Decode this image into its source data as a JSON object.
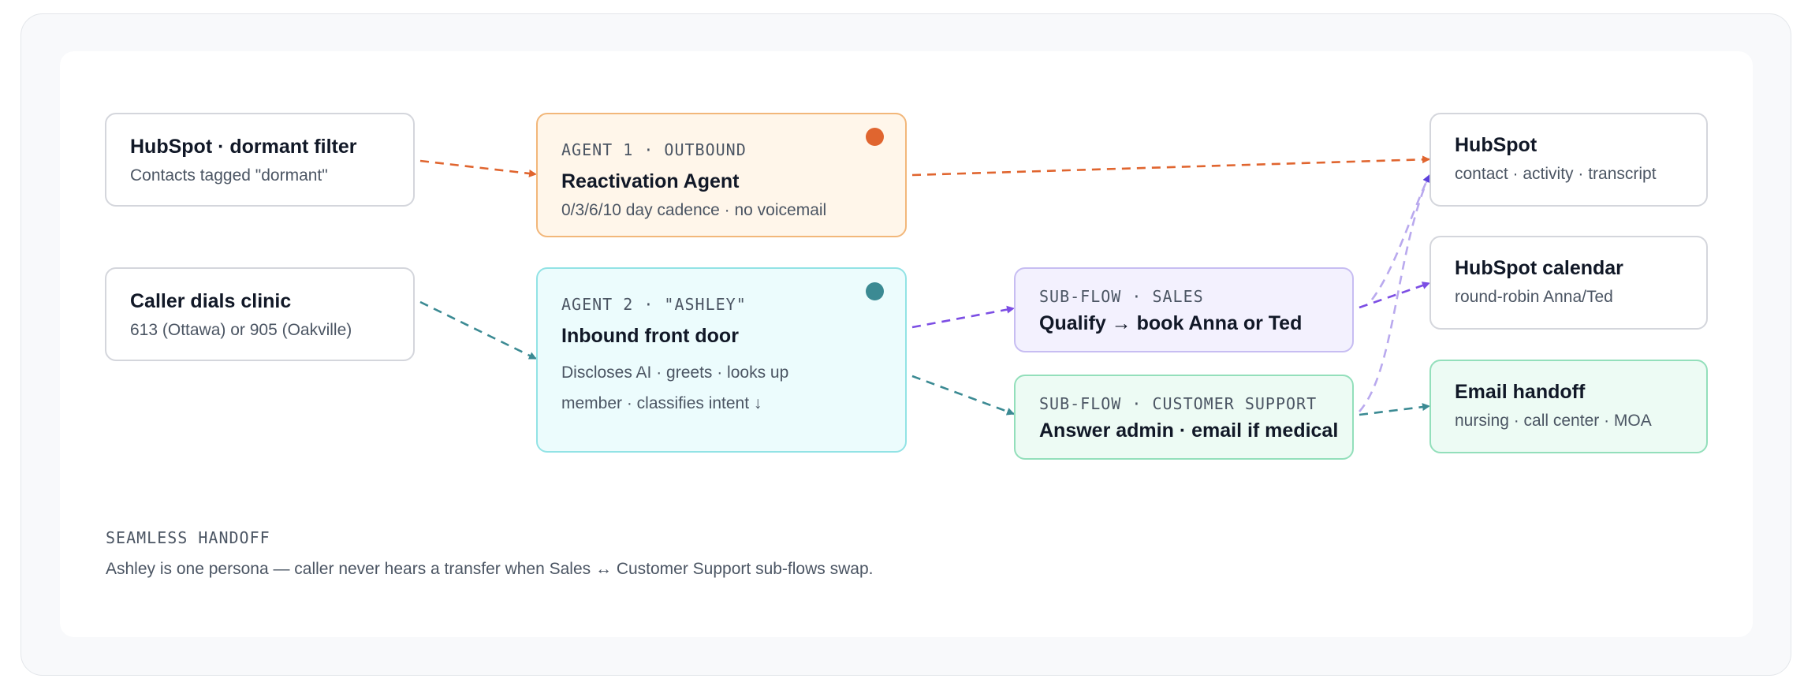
{
  "colors": {
    "outbound": "#e0652f",
    "inbound": "#3b8a93",
    "sales": "#7c4ee4",
    "sales_light": "#b9a9ee",
    "outbound_fill": "#fff6ea",
    "inbound_fill": "#ecfcfd",
    "sales_fill": "#f3f1fe",
    "support_fill": "#edfbf4"
  },
  "nodes": {
    "dormant": {
      "title": "HubSpot · dormant filter",
      "sub": "Contacts tagged \"dormant\""
    },
    "caller": {
      "title": "Caller dials clinic",
      "sub": "613 (Ottawa) or 905 (Oakville)"
    },
    "agent1": {
      "kicker": "AGENT 1 · OUTBOUND",
      "title": "Reactivation Agent",
      "sub": "0/3/6/10 day cadence · no voicemail"
    },
    "agent2": {
      "kicker": "AGENT 2 · \"ASHLEY\"",
      "title": "Inbound front door",
      "body_line1": "Discloses AI · greets · looks up",
      "body_line2": "member · classifies intent ↓"
    },
    "sales": {
      "kicker": "SUB-FLOW · SALES",
      "title": "Qualify → book Anna or Ted"
    },
    "support": {
      "kicker": "SUB-FLOW · CUSTOMER SUPPORT",
      "title": "Answer admin · email if medical"
    },
    "hubspot": {
      "title": "HubSpot",
      "sub": "contact · activity · transcript"
    },
    "calendar": {
      "title": "HubSpot calendar",
      "sub": "round-robin Anna/Ted"
    },
    "email": {
      "title": "Email handoff",
      "sub": "nursing · call center · MOA"
    }
  },
  "handoff": {
    "kicker": "SEAMLESS HANDOFF",
    "desc": "Ashley is one persona — caller never hears a transfer when Sales ↔ Customer Support sub-flows swap."
  },
  "edges": [
    {
      "name": "edge-dormant-to-agent1",
      "from": "dormant",
      "to": "agent1",
      "color": "outbound"
    },
    {
      "name": "edge-agent1-to-hubspot",
      "from": "agent1",
      "to": "hubspot",
      "color": "outbound"
    },
    {
      "name": "edge-caller-to-agent2",
      "from": "caller",
      "to": "agent2",
      "color": "inbound"
    },
    {
      "name": "edge-agent2-to-sales",
      "from": "agent2",
      "to": "sales",
      "color": "sales"
    },
    {
      "name": "edge-agent2-to-support",
      "from": "agent2",
      "to": "support",
      "color": "inbound"
    },
    {
      "name": "edge-sales-to-calendar",
      "from": "sales",
      "to": "calendar",
      "color": "sales"
    },
    {
      "name": "edge-support-to-email",
      "from": "support",
      "to": "email",
      "color": "inbound"
    },
    {
      "name": "edge-sales-to-hubspot",
      "from": "sales",
      "to": "hubspot",
      "color": "sales_light"
    },
    {
      "name": "edge-support-to-hubspot",
      "from": "support",
      "to": "hubspot",
      "color": "sales_light"
    }
  ]
}
